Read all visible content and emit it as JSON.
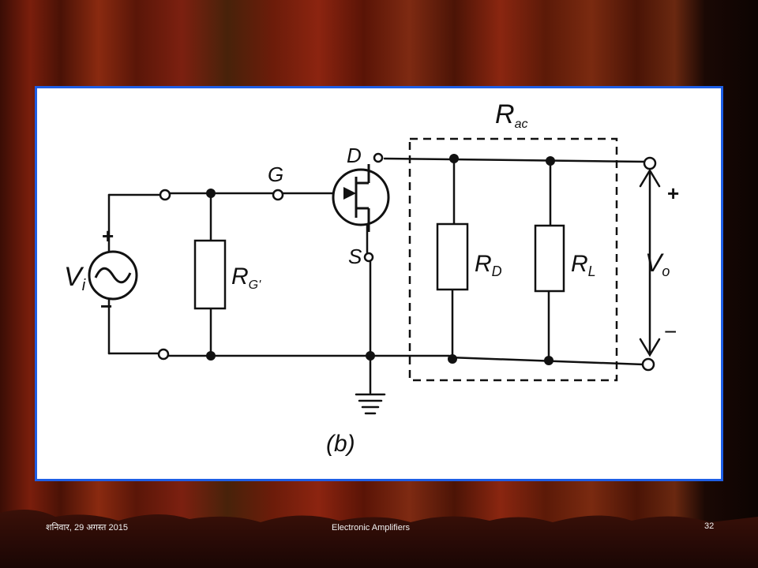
{
  "slide": {
    "figure": {
      "label_vi": "V",
      "label_vi_sub": "i",
      "plus_in": "+",
      "minus_in": "−",
      "label_rg": "R",
      "label_rg_sub": "G'",
      "label_g": "G",
      "label_d": "D",
      "label_s": "S",
      "label_rac": "R",
      "label_rac_sub": "ac",
      "label_rd": "R",
      "label_rd_sub": "D",
      "label_rl": "R",
      "label_rl_sub": "L",
      "label_vo": "V",
      "label_vo_sub": "o",
      "plus_out": "+",
      "minus_out": "−",
      "caption": "(b)"
    },
    "footer": {
      "date": "शनिवार, 29 अगस्त 2015",
      "title": "Electronic Amplifiers",
      "page": "32"
    },
    "colors": {
      "frame": "#1e5fe6",
      "background_curtain": "#6a1a0c"
    }
  }
}
